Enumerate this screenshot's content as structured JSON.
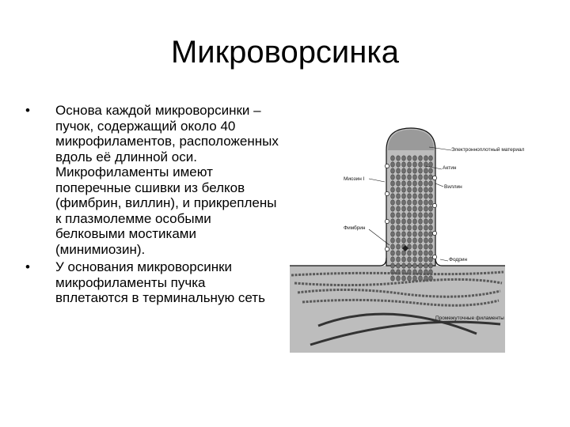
{
  "slide": {
    "title": "Микроворсинка",
    "bullets": [
      {
        "marker": "•",
        "text": "Основа каждой микроворсинки – пучок, содержащий около 40 микрофиламентов, расположенных вдоль её длинной оси. Микрофиламенты имеют поперечные сшивки из белков (фимбрин, виллин), и прикреплены к плазмолемме особыми белковыми мостиками (минимиозин)."
      },
      {
        "marker": "•",
        "text": "У основания микроворсинки микрофиламенты пучка вплетаются в терминальную сеть"
      }
    ]
  },
  "figure": {
    "labels": {
      "dense_material": "Электронноплотный материал",
      "actin": "Актин",
      "myosin": "Миозин I",
      "villin": "Виллин",
      "fimbrin": "Фимбрин",
      "fodrin": "Фодрин",
      "intermediate": "Промежуточные филаменты"
    },
    "colors": {
      "background": "#bdbdbd",
      "filament": "#5a5a5a",
      "outline": "#111111"
    }
  }
}
